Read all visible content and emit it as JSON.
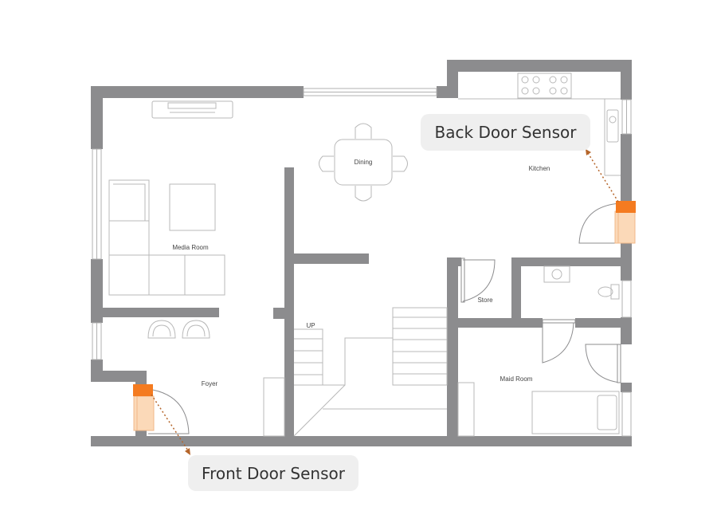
{
  "rooms": {
    "dining": "Dining",
    "kitchen": "Kitchen",
    "media_room": "Media Room",
    "store": "Store",
    "maid_room": "Maid Room",
    "foyer": "Foyer",
    "stairs_up": "UP"
  },
  "sensors": {
    "back_door": "Back Door Sensor",
    "front_door": "Front Door Sensor"
  },
  "colors": {
    "wall": "#8c8c8e",
    "sensor": "#f47b20",
    "door_panel": "#fbd9b8",
    "callout_bg": "#efefef",
    "fixture_line": "#b8b8b8"
  }
}
